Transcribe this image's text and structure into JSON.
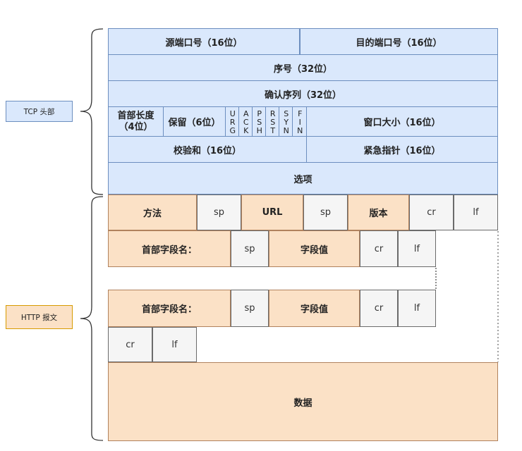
{
  "labels": {
    "tcp": "TCP 头部",
    "http": "HTTP 报文"
  },
  "tcp": {
    "src_port": "源端口号（16位）",
    "dst_port": "目的端口号（16位）",
    "seq": "序号（32位）",
    "ack": "确认序列（32位）",
    "header_len": "首部长度\n（4位）",
    "reserved": "保留（6位）",
    "flags": [
      "URG",
      "ACK",
      "PSH",
      "RST",
      "SYN",
      "FIN"
    ],
    "window": "窗口大小（16位）",
    "checksum": "校验和（16位）",
    "urgent": "紧急指针（16位）",
    "options": "选项"
  },
  "http": {
    "request_line": [
      "方法",
      "sp",
      "URL",
      "sp",
      "版本",
      "cr",
      "lf"
    ],
    "header_1": [
      "首部字段名：",
      "sp",
      "字段值",
      "cr",
      "lf"
    ],
    "header_2": [
      "首部字段名：",
      "sp",
      "字段值",
      "cr",
      "lf"
    ],
    "end_line": [
      "cr",
      "lf"
    ],
    "body": "数据"
  },
  "colors": {
    "tcp_fill": "#dae8fc",
    "http_fill": "#fbe1c6",
    "sep_fill": "#f5f5f5"
  }
}
